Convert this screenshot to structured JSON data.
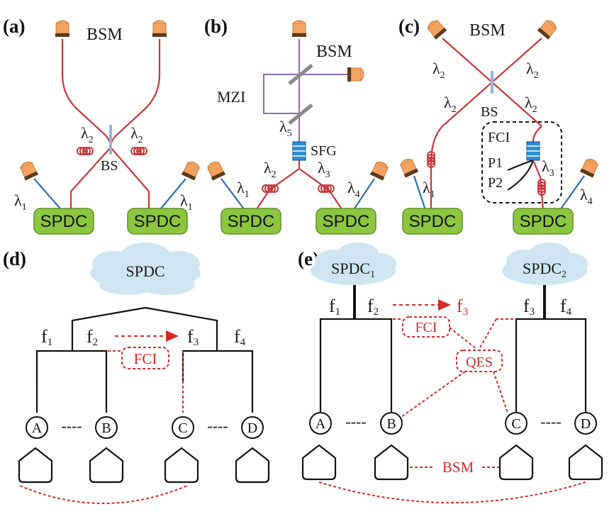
{
  "panels": {
    "a": {
      "tag": "(a)",
      "bsm": "BSM",
      "bs": "BS",
      "l2": "λ",
      "l2sub": "2",
      "l1": "λ",
      "l1sub": "1",
      "spdc": "SPDC"
    },
    "b": {
      "tag": "(b)",
      "bsm": "BSM",
      "mzi": "MZI",
      "sfg": "SFG",
      "l5": "λ",
      "l5sub": "5",
      "l2": "λ",
      "l2sub": "2",
      "l3": "λ",
      "l3sub": "3",
      "l1": "λ",
      "l1sub": "1",
      "l4": "λ",
      "l4sub": "4",
      "spdc": "SPDC"
    },
    "c": {
      "tag": "(c)",
      "bsm": "BSM",
      "bs": "BS",
      "l2": "λ",
      "l2sub": "2",
      "fci": "FCI",
      "p1": "P1",
      "p2": "P2",
      "l3": "λ",
      "l3sub": "3",
      "l1": "λ",
      "l1sub": "1",
      "l4": "λ",
      "l4sub": "4",
      "spdc": "SPDC"
    },
    "d": {
      "tag": "(d)",
      "cloud": "SPDC",
      "f1": "f",
      "f1sub": "1",
      "f2": "f",
      "f2sub": "2",
      "f3": "f",
      "f3sub": "3",
      "f4": "f",
      "f4sub": "4",
      "fci": "FCI",
      "nodes": [
        "A",
        "B",
        "C",
        "D"
      ],
      "dots": "----"
    },
    "e": {
      "tag": "(e)",
      "cloud1": "SPDC",
      "cloud1sub": "1",
      "cloud2": "SPDC",
      "cloud2sub": "2",
      "f1": "f",
      "f1sub": "1",
      "f2": "f",
      "f2sub": "2",
      "f3red": "f",
      "f3redsub": "3",
      "f3": "f",
      "f3sub": "3",
      "f4": "f",
      "f4sub": "4",
      "fci": "FCI",
      "qes": "QES",
      "bsm": "BSM",
      "nodes": [
        "A",
        "B",
        "C",
        "D"
      ],
      "dots": "----"
    }
  },
  "colors": {
    "fiber": "#c8373a",
    "free_space": "#2f6fb0",
    "detector": "#f4a261",
    "spdc_box": "#8cc63f",
    "cloud": "#cfe6f2",
    "red_label": "#d62a2a",
    "mzi": "#8e6aa8"
  }
}
